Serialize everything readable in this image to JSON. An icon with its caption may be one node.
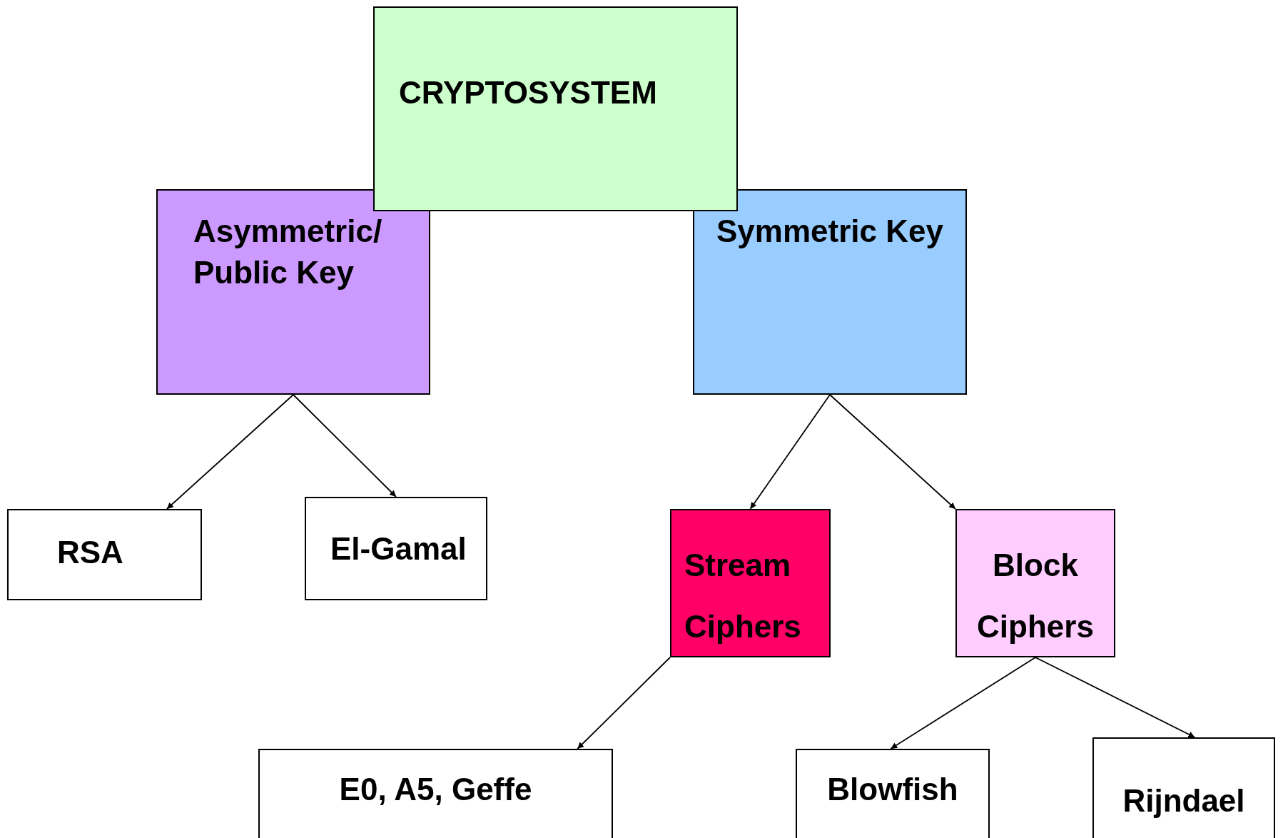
{
  "diagram": {
    "nodes": [
      {
        "text": [
          "CRYPTOSYSTEM"
        ]
      },
      {
        "text": [
          "Asymmetric/ Public Key"
        ]
      },
      {
        "text": [
          "Symmetric Key"
        ]
      },
      {
        "text": [
          "RSA"
        ]
      },
      {
        "text": [
          "El-Gamal"
        ]
      },
      {
        "text": [
          "Stream Ciphers"
        ]
      },
      {
        "text": [
          "Block Ciphers"
        ]
      },
      {
        "text": [
          "E0, A5, Geffe"
        ]
      },
      {
        "text": [
          "Blowfish"
        ]
      },
      {
        "text": [
          "Rijndael"
        ]
      }
    ],
    "edges": [
      {
        "from": 1,
        "to": 3,
        "arrow": "to"
      },
      {
        "from": 1,
        "to": 4,
        "arrow": "to"
      },
      {
        "from": 2,
        "to": 5,
        "arrow": "to"
      },
      {
        "from": 2,
        "to": 6,
        "arrow": "to"
      },
      {
        "from": 5,
        "to": 7,
        "arrow": "to"
      },
      {
        "from": 6,
        "to": 8,
        "arrow": "to"
      },
      {
        "from": 6,
        "to": 9,
        "arrow": "to"
      }
    ]
  }
}
